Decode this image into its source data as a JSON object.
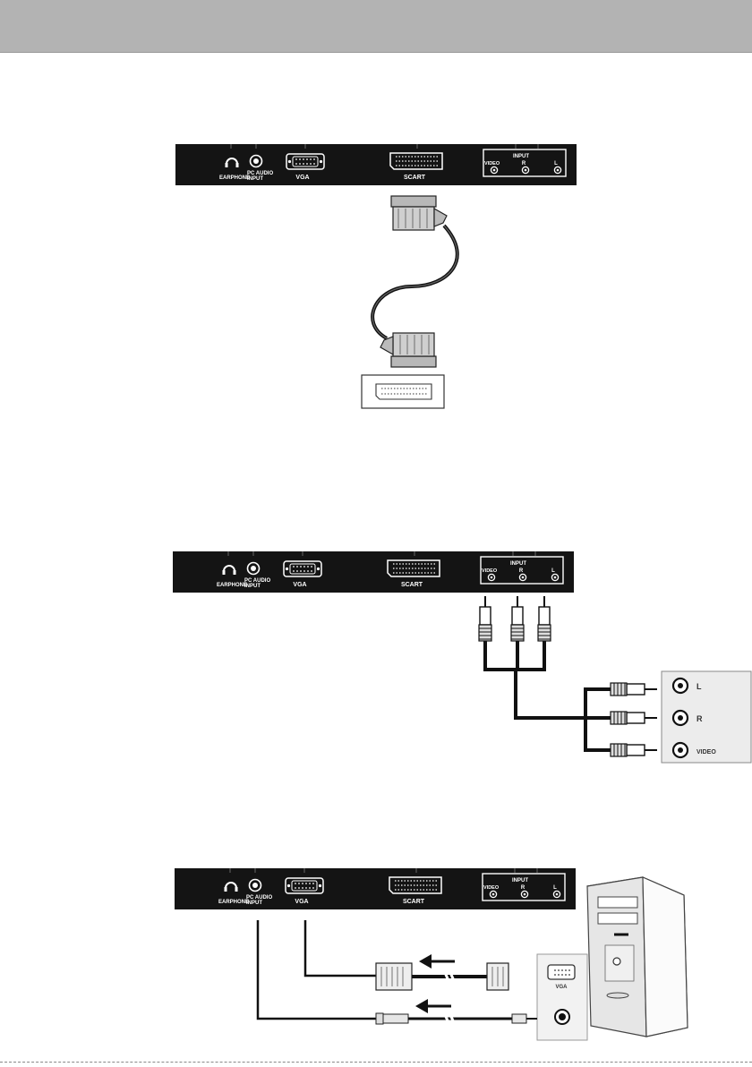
{
  "panel_labels": {
    "earphone": "EARPHONE",
    "pc_audio_line1": "PC AUDIO",
    "pc_audio_line2": "INPUT",
    "vga": "VGA",
    "scart": "SCART",
    "input": "INPUT",
    "video": "VIDEO",
    "r": "R",
    "l": "L"
  },
  "av_device_labels": {
    "l": "L",
    "r": "R",
    "video": "VIDEO"
  },
  "pc_labels": {
    "vga": "VGA"
  },
  "colors": {
    "panel": "#141414",
    "panel_text": "#ffffff",
    "header": "#b3b3b3",
    "cable": "#111111",
    "connector": "#d0d0d0"
  }
}
